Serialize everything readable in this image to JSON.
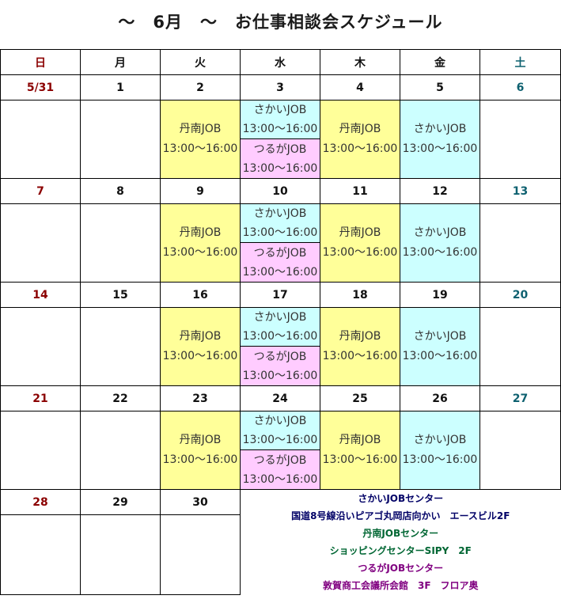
{
  "title": "～　6月　～　お仕事相談会スケジュール",
  "weekdays": [
    "日",
    "月",
    "火",
    "水",
    "木",
    "金",
    "土"
  ],
  "weeks": [
    {
      "dates": [
        "5/31",
        "1",
        "2",
        "3",
        "4",
        "5",
        "6"
      ]
    },
    {
      "dates": [
        "7",
        "8",
        "9",
        "10",
        "11",
        "12",
        "13"
      ]
    },
    {
      "dates": [
        "14",
        "15",
        "16",
        "17",
        "18",
        "19",
        "20"
      ]
    },
    {
      "dates": [
        "21",
        "22",
        "23",
        "24",
        "25",
        "26",
        "27"
      ]
    },
    {
      "dates": [
        "28",
        "29",
        "30"
      ]
    }
  ],
  "events": {
    "tannan": {
      "name": "丹南JOB",
      "time": "13:00～16:00",
      "color": "#ffff99"
    },
    "sakai": {
      "name": "さかいJOB",
      "time": "13:00～16:00",
      "color": "#ccffff"
    },
    "tsuruga": {
      "name": "つるがJOB",
      "time": "13:00～16:00",
      "color": "#ffccff"
    }
  },
  "info": [
    {
      "text": "さかいJOBセンター",
      "color": "#000066"
    },
    {
      "text": "国道8号線沿いピアゴ丸岡店向かい　エースビル2F",
      "color": "#000066"
    },
    {
      "text": "丹南JOBセンター",
      "color": "#006633"
    },
    {
      "text": "ショッピングセンターSIPY　2F",
      "color": "#006633"
    },
    {
      "text": "つるがJOBセンター",
      "color": "#800080"
    },
    {
      "text": "敦賀商工会議所会館　3F　フロア奥",
      "color": "#800080"
    }
  ]
}
